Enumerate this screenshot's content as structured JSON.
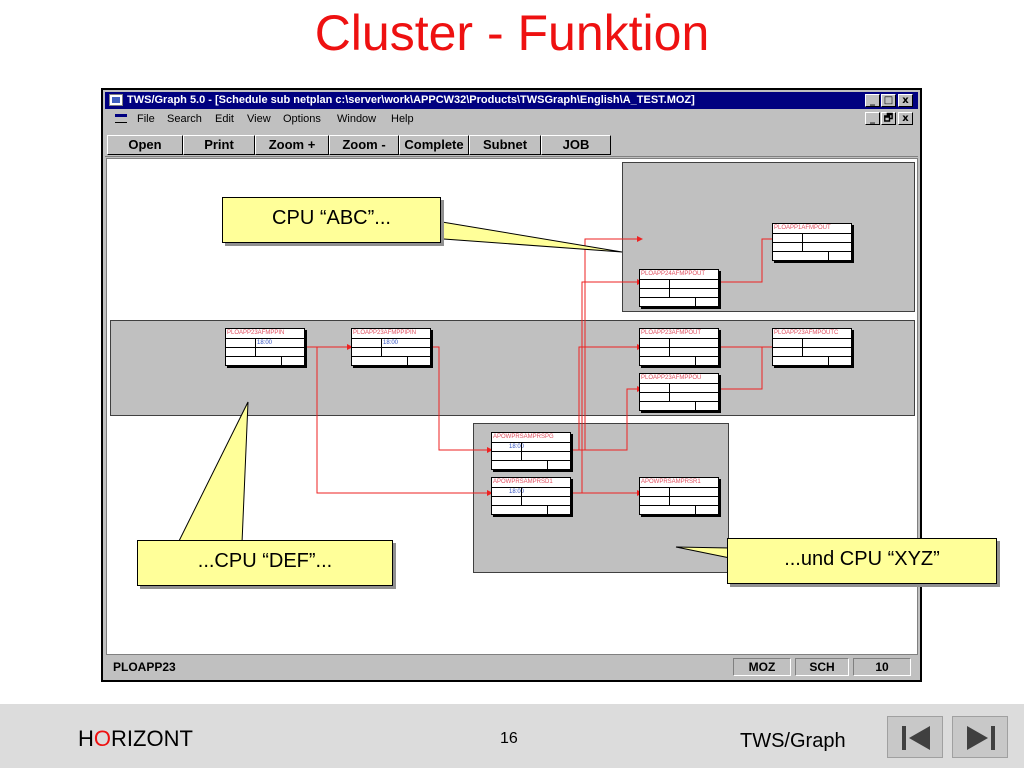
{
  "slide": {
    "title": "Cluster - Funktion"
  },
  "window": {
    "title": "TWS/Graph 5.0 - [Schedule sub netplan c:\\server\\work\\APPCW32\\Products\\TWSGraph\\English\\A_TEST.MOZ]",
    "title_controls": [
      "_",
      "□",
      "x"
    ],
    "doc_controls": [
      "_",
      "🗗",
      "x"
    ]
  },
  "menu": {
    "items": [
      "File",
      "Search",
      "Edit",
      "View",
      "Options",
      "Window",
      "Help"
    ]
  },
  "toolbar": {
    "buttons": [
      "Open",
      "Print",
      "Zoom +",
      "Zoom -",
      "Complete",
      "Subnet",
      "JOB"
    ]
  },
  "nodes": {
    "n1": {
      "label": "PLOAPP23AFMPPIN",
      "sub": "18:00"
    },
    "n2": {
      "label": "PLOAPP23AFMPPIPIN",
      "sub": "18:00"
    },
    "n3": {
      "label": "PLOAPP1AFMPOUT",
      "sub": ""
    },
    "n4": {
      "label": "PLOAPP24AFMPPOUT",
      "sub": ""
    },
    "n5": {
      "label": "PLOAPP23AFMPOUT",
      "sub": ""
    },
    "n6": {
      "label": "PLOAPP23AFMPOUTC",
      "sub": ""
    },
    "n7": {
      "label": "PLOAPP23AFMPPOU",
      "sub": ""
    },
    "n8": {
      "label": "APOWPRSAMPRSPG",
      "sub": "18:00"
    },
    "n9": {
      "label": "APOWPRSAMPRSD1",
      "sub": "18:00"
    },
    "n10": {
      "label": "APOWPRSAMPRSR1",
      "sub": ""
    }
  },
  "statusbar": {
    "left": "PLOAPP23",
    "boxes": [
      "MOZ",
      "SCH",
      "10"
    ]
  },
  "callouts": {
    "abc": "CPU “ABC”...",
    "def": "...CPU “DEF”...",
    "xyz": "...und CPU “XYZ”"
  },
  "footer": {
    "brand_h": "H",
    "brand_o": "O",
    "brand_rest": "RIZONT",
    "page": "16",
    "label": "TWS/Graph"
  },
  "colors": {
    "title": "#ee1111",
    "edges": "#ee2222",
    "titlebar": "#000080",
    "callout": "#ffff99",
    "cluster": "#c0c0c0"
  }
}
